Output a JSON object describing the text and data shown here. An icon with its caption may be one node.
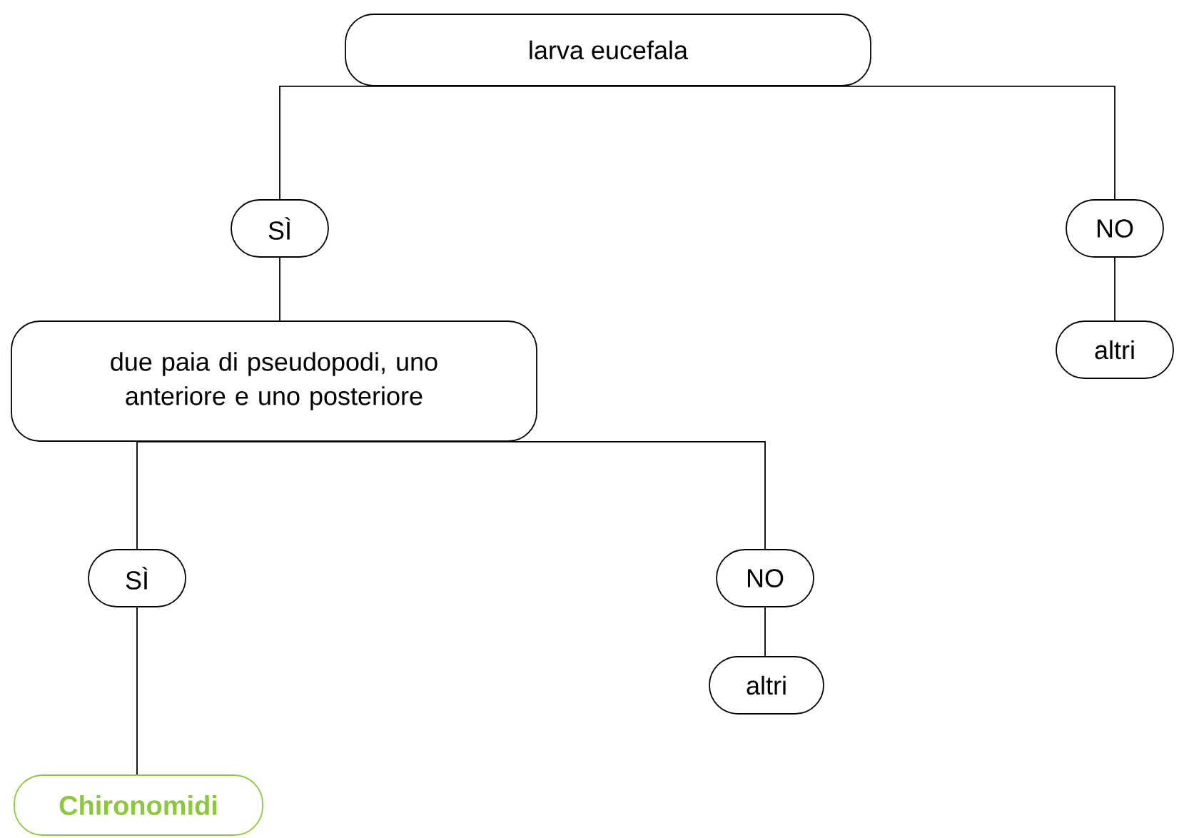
{
  "diagram": {
    "nodes": [
      {
        "text": [
          "larva eucefala"
        ]
      },
      {
        "text": [
          "SÌ"
        ]
      },
      {
        "text": [
          "NO"
        ]
      },
      {
        "text": [
          "altri"
        ]
      },
      {
        "text": [
          "due paia di pseudopodi, uno anteriore e uno posteriore"
        ]
      },
      {
        "text": [
          "SÌ"
        ]
      },
      {
        "text": [
          "NO"
        ]
      },
      {
        "text": [
          "altri"
        ]
      },
      {
        "text": [
          "Chironomidi"
        ]
      }
    ],
    "edges": [
      {
        "from": 0,
        "to": 1,
        "arrow": "none"
      },
      {
        "from": 0,
        "to": 2,
        "arrow": "none"
      },
      {
        "from": 1,
        "to": 4,
        "arrow": "none"
      },
      {
        "from": 2,
        "to": 3,
        "arrow": "none"
      },
      {
        "from": 4,
        "to": 5,
        "arrow": "none"
      },
      {
        "from": 4,
        "to": 6,
        "arrow": "none"
      },
      {
        "from": 5,
        "to": 8,
        "arrow": "none"
      },
      {
        "from": 6,
        "to": 7,
        "arrow": "none"
      }
    ]
  }
}
